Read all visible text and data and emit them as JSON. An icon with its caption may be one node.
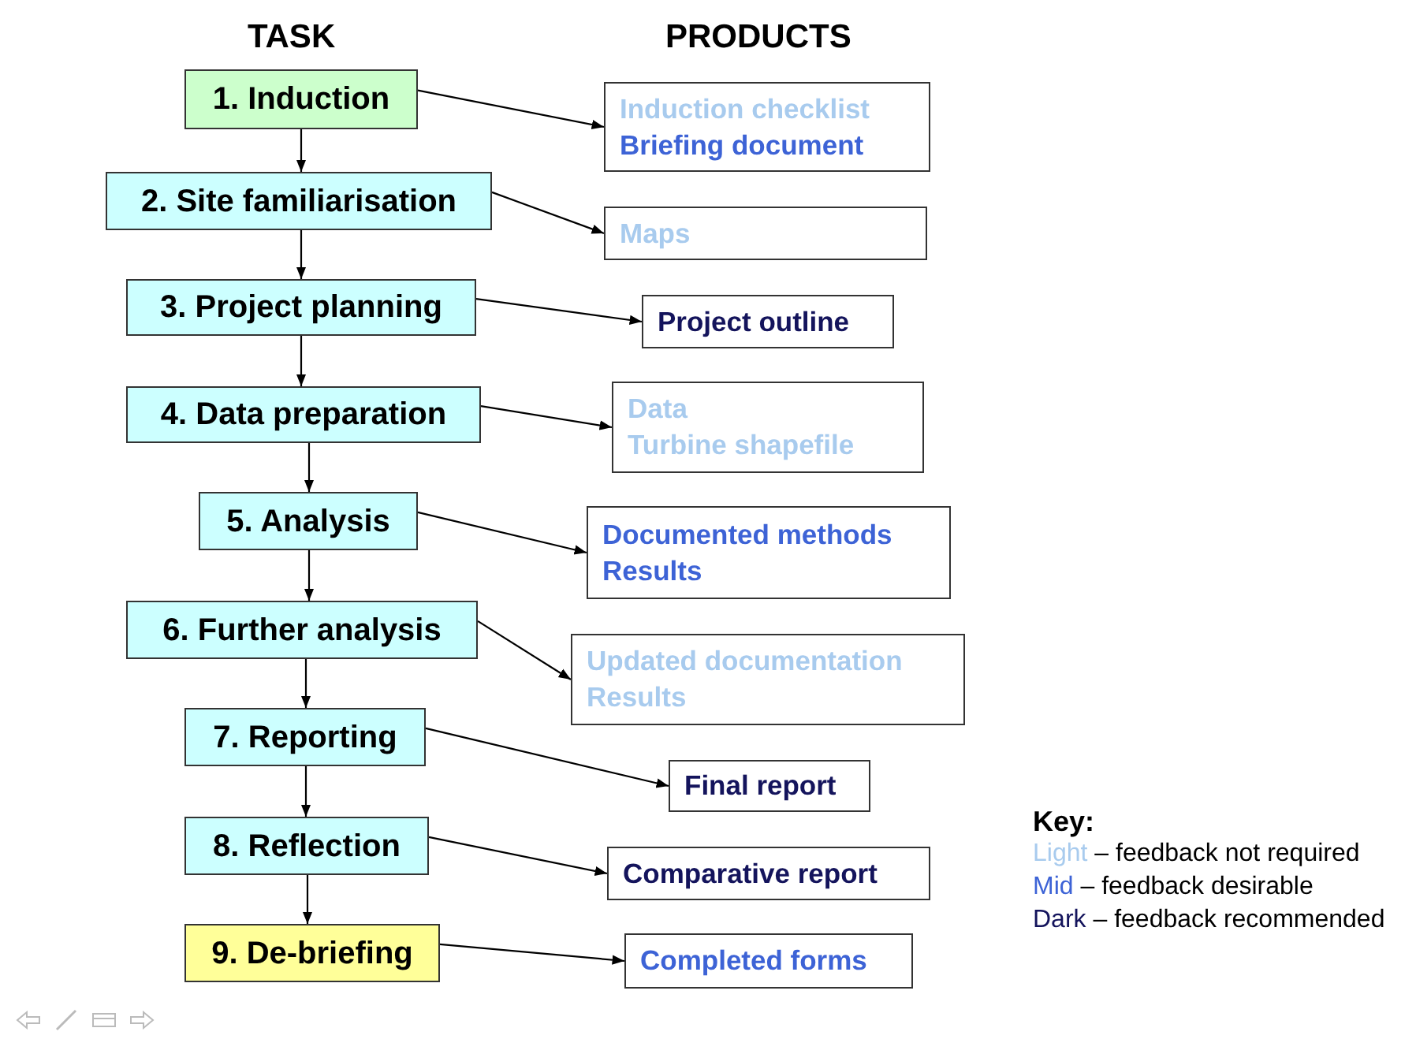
{
  "diagram": {
    "nodes": [
      {
        "text": [
          "1. Induction"
        ]
      },
      {
        "text": [
          "Induction checklist",
          "Briefing document"
        ]
      },
      {
        "text": [
          "2. Site familiarisation"
        ]
      },
      {
        "text": [
          "Maps"
        ]
      },
      {
        "text": [
          "3. Project planning"
        ]
      },
      {
        "text": [
          "Project outline"
        ]
      },
      {
        "text": [
          "4. Data preparation"
        ]
      },
      {
        "text": [
          "Data",
          "Turbine shapefile"
        ]
      },
      {
        "text": [
          "5. Analysis"
        ]
      },
      {
        "text": [
          "Documented methods",
          "Results"
        ]
      },
      {
        "text": [
          "6. Further analysis"
        ]
      },
      {
        "text": [
          "Updated documentation",
          "Results"
        ]
      },
      {
        "text": [
          "7. Reporting"
        ]
      },
      {
        "text": [
          "Final report"
        ]
      },
      {
        "text": [
          "8. Reflection"
        ]
      },
      {
        "text": [
          "Comparative report"
        ]
      },
      {
        "text": [
          "9. De-briefing"
        ]
      },
      {
        "text": [
          "Completed forms"
        ]
      }
    ],
    "edges": [
      {
        "from": 0,
        "to": 1,
        "arrow": "to"
      },
      {
        "from": 0,
        "to": 2,
        "arrow": "to"
      },
      {
        "from": 2,
        "to": 3,
        "arrow": "to"
      },
      {
        "from": 2,
        "to": 4,
        "arrow": "to"
      },
      {
        "from": 4,
        "to": 5,
        "arrow": "to"
      },
      {
        "from": 4,
        "to": 6,
        "arrow": "to"
      },
      {
        "from": 6,
        "to": 7,
        "arrow": "to"
      },
      {
        "from": 6,
        "to": 8,
        "arrow": "to"
      },
      {
        "from": 8,
        "to": 9,
        "arrow": "to"
      },
      {
        "from": 8,
        "to": 10,
        "arrow": "to"
      },
      {
        "from": 10,
        "to": 11,
        "arrow": "to"
      },
      {
        "from": 10,
        "to": 12,
        "arrow": "to"
      },
      {
        "from": 12,
        "to": 13,
        "arrow": "to"
      },
      {
        "from": 12,
        "to": 14,
        "arrow": "to"
      },
      {
        "from": 14,
        "to": 15,
        "arrow": "to"
      },
      {
        "from": 14,
        "to": 16,
        "arrow": "to"
      },
      {
        "from": 16,
        "to": 17,
        "arrow": "to"
      }
    ],
    "labels": [
      "TASK",
      "PRODUCTS",
      "Key:"
    ],
    "legend": [
      {
        "text": "Light – feedback not required",
        "color": "#a8cbee"
      },
      {
        "text": "Mid – feedback desirable",
        "color": "#3d63d6"
      },
      {
        "text": "Dark – feedback recommended",
        "color": "#14145c"
      }
    ]
  }
}
